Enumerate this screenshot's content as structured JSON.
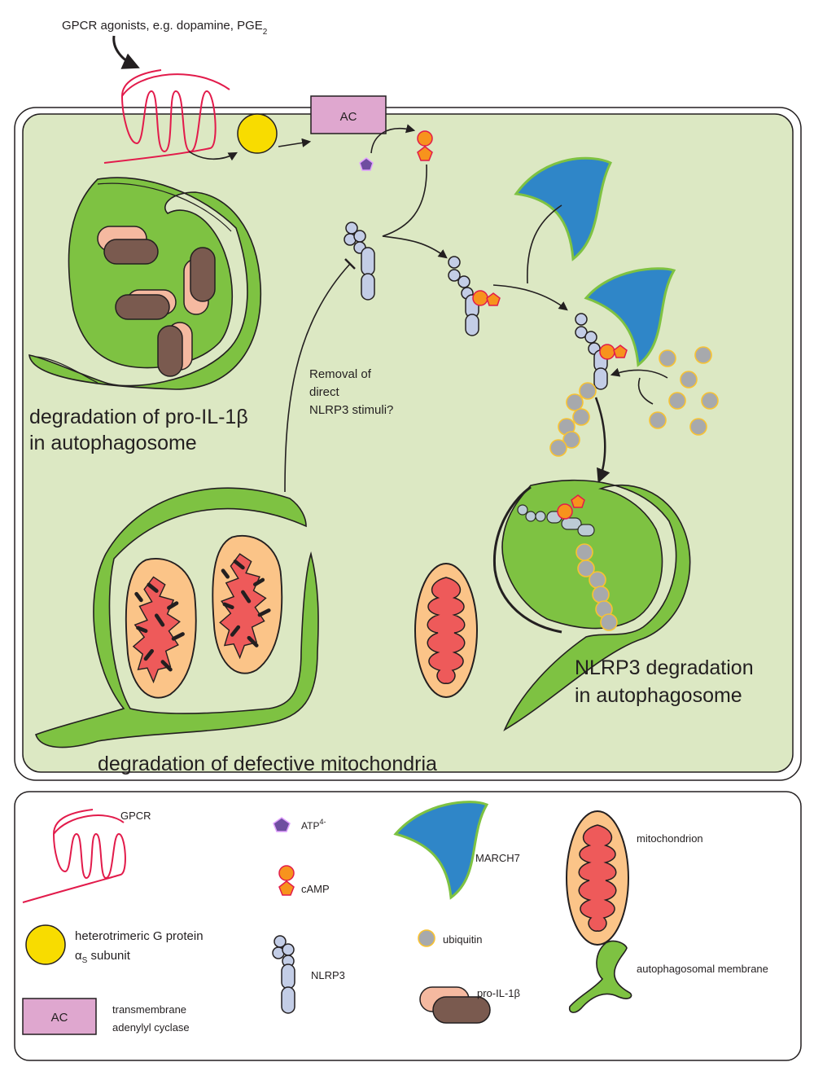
{
  "header": {
    "agonist_label": "GPCR agonists, e.g. dopamine, PGE",
    "agonist_sub": "2"
  },
  "cell": {
    "ac_label": "AC",
    "removal_line1": "Removal of",
    "removal_line2": "direct",
    "removal_line3": "NLRP3 stimuli?",
    "pro_il1b_line1": "degradation of pro-IL-1β",
    "pro_il1b_line2": "in autophagosome",
    "mito_caption": "degradation of defective mitochondria",
    "nlrp3_line1": "NLRP3 degradation",
    "nlrp3_line2": "in autophagosome"
  },
  "legend": {
    "gpcr": "GPCR",
    "atp": "ATP",
    "atp_sup": "4-",
    "camp": "cAMP",
    "march7": "MARCH7",
    "mitochondrion": "mitochondrion",
    "g_protein_line1": "heterotrimeric G protein",
    "g_protein_alpha": "α",
    "g_protein_sub": "S",
    "g_protein_line2_rest": " subunit",
    "nlrp3": "NLRP3",
    "ubiquitin": "ubiquitin",
    "pro_il1b": "pro-IL-1β",
    "autophagosomal_membrane": "autophagosomal membrane",
    "ac_box": "AC",
    "ac_line1": "transmembrane",
    "ac_line2": "adenylyl cyclase"
  },
  "colors": {
    "cytoplasm": "#dce8c3",
    "membrane_green": "#7ec242",
    "march7_blue": "#2f86c8",
    "gpcr_red": "#e21b4b",
    "g_protein_yellow": "#f8dc00",
    "ac_pink": "#dfa7cf",
    "nlrp3_blue": "#c3cde6",
    "camp_orange": "#f7931d",
    "atp_purple": "#6f4ea0",
    "ubiquitin_gray": "#a7a9ac",
    "mito_outer": "#fbc488",
    "mito_inner": "#ee5a5a",
    "pro_il1b_light": "#f5b9a0",
    "pro_il1b_dark": "#7a5a4f"
  }
}
